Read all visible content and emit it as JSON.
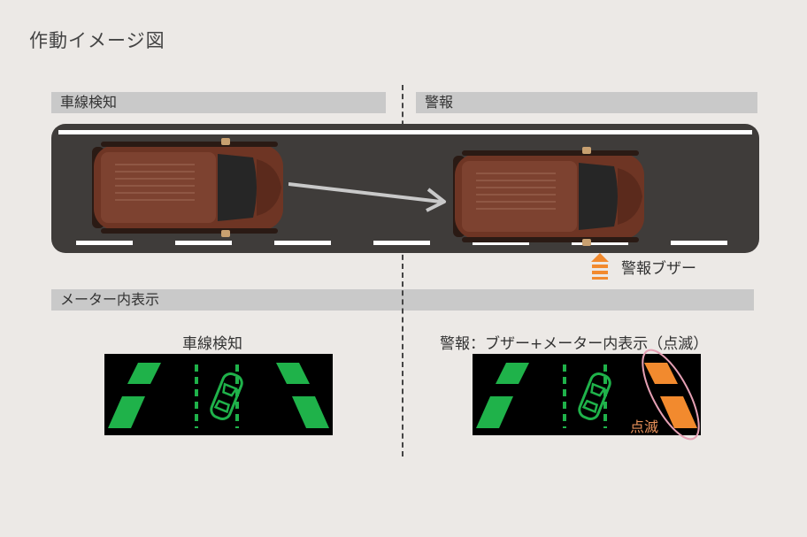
{
  "title": "作動イメージ図",
  "sections": {
    "detect": "車線検知",
    "warning": "警報",
    "meter": "メーター内表示"
  },
  "road_label": "警報ブザー",
  "meter_captions": {
    "left": "車線検知",
    "right": "警報：ブザー+メーター内表示（点滅）"
  },
  "blink_label": "点滅",
  "colors": {
    "background": "#ece9e6",
    "section_bar": "#c9c9c9",
    "road": "#3f3c3a",
    "lane_green": "#1fb24a",
    "warning_orange": "#f28a2e",
    "blink_circle": "#e5a0b4",
    "car_body": "#6e3524"
  },
  "icons": [
    "car-top-view-icon",
    "arrow-right-icon",
    "buzzer-icon",
    "car-outline-icon"
  ]
}
